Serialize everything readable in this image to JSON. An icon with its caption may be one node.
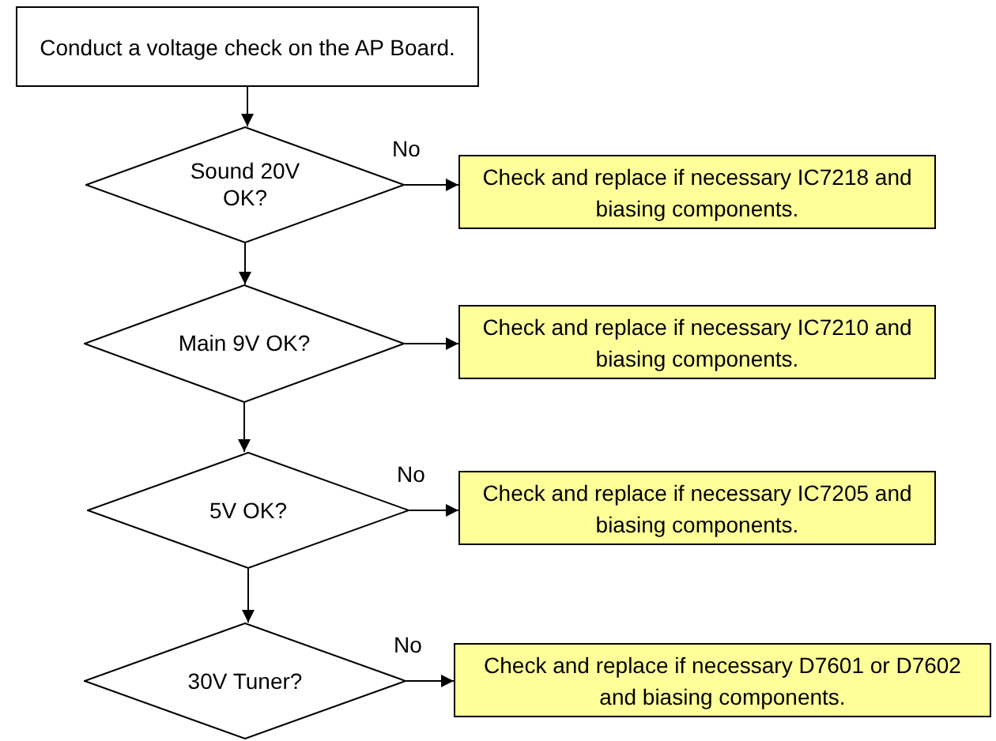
{
  "diagram": {
    "nodes": [
      {
        "text": [
          "Conduct a voltage check on the AP Board."
        ]
      },
      {
        "text": [
          "Sound 20V OK?"
        ]
      },
      {
        "text": [
          "Check and replace if necessary IC7218 and biasing components."
        ]
      },
      {
        "text": [
          "Main 9V OK?"
        ]
      },
      {
        "text": [
          "Check and replace if necessary IC7210 and biasing components."
        ]
      },
      {
        "text": [
          "5V OK?"
        ]
      },
      {
        "text": [
          "Check and replace if necessary IC7205 and biasing components."
        ]
      },
      {
        "text": [
          "30V Tuner?"
        ]
      },
      {
        "text": [
          "Check and replace if necessary D7601 or D7602 and biasing components."
        ]
      }
    ],
    "edges": [
      {
        "from": 0,
        "to": 1,
        "arrow": "to"
      },
      {
        "from": 1,
        "to": 2,
        "arrow": "to",
        "label": "No"
      },
      {
        "from": 1,
        "to": 3,
        "arrow": "to"
      },
      {
        "from": 3,
        "to": 4,
        "arrow": "to"
      },
      {
        "from": 3,
        "to": 5,
        "arrow": "to"
      },
      {
        "from": 5,
        "to": 6,
        "arrow": "to",
        "label": "No"
      },
      {
        "from": 5,
        "to": 7,
        "arrow": "to"
      },
      {
        "from": 7,
        "to": 8,
        "arrow": "to",
        "label": "No"
      }
    ]
  }
}
